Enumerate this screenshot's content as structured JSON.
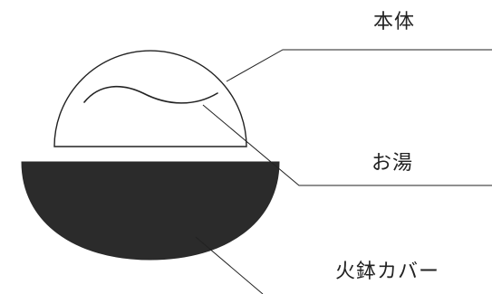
{
  "labels": {
    "body": "本体",
    "water": "お湯",
    "cover": "火鉢カバー"
  },
  "colors": {
    "line": "#222222",
    "cover_fill": "#2b2b2b",
    "dome_fill": "#ffffff",
    "background": "#ffffff"
  }
}
